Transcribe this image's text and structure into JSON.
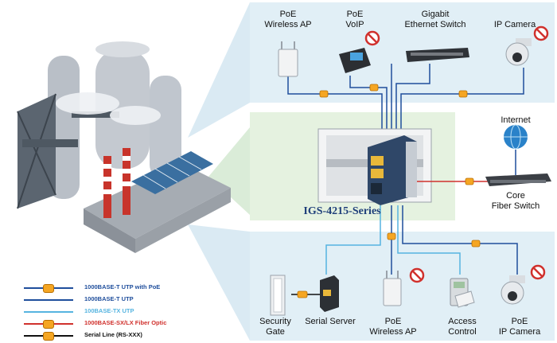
{
  "model_label": "IGS-4215-Series",
  "devices": {
    "top_poe_ap": "PoE\nWireless AP",
    "top_poe_voip": "PoE\nVoIP",
    "top_gigabit_switch": "Gigabit\nEthernet Switch",
    "top_ip_camera": "IP Camera",
    "internet": "Internet",
    "core_fiber_switch": "Core\nFiber Switch",
    "security_gate": "Security\nGate",
    "serial_server": "Serial Server",
    "bottom_poe_ap": "PoE\nWireless AP",
    "access_control": "Access\nControl",
    "bottom_poe_camera": "PoE\nIP Camera"
  },
  "legend": [
    {
      "text": "1000BASE-T UTP with PoE",
      "color": "#1f4e9c",
      "text_color": "#1f4e9c",
      "marker": true
    },
    {
      "text": "1000BASE-T UTP",
      "color": "#1f4e9c",
      "text_color": "#1f4e9c",
      "marker": false
    },
    {
      "text": "100BASE-TX UTP",
      "color": "#56b4e0",
      "text_color": "#56b4e0",
      "marker": false
    },
    {
      "text": "1000BASE-SX/LX Fiber Optic",
      "color": "#d0312d",
      "text_color": "#d0312d",
      "marker": true
    },
    {
      "text": "Serial Line (RS-XXX)",
      "color": "#111111",
      "text_color": "#111111",
      "marker": true
    }
  ],
  "colors": {
    "panel_blue": "#e1eff6",
    "panel_green": "#e5f2e0",
    "poe_line": "#1f4e9c",
    "utp_line": "#56b4e0",
    "fiber_line": "#d0312d",
    "poe_marker": "#f5a623"
  }
}
